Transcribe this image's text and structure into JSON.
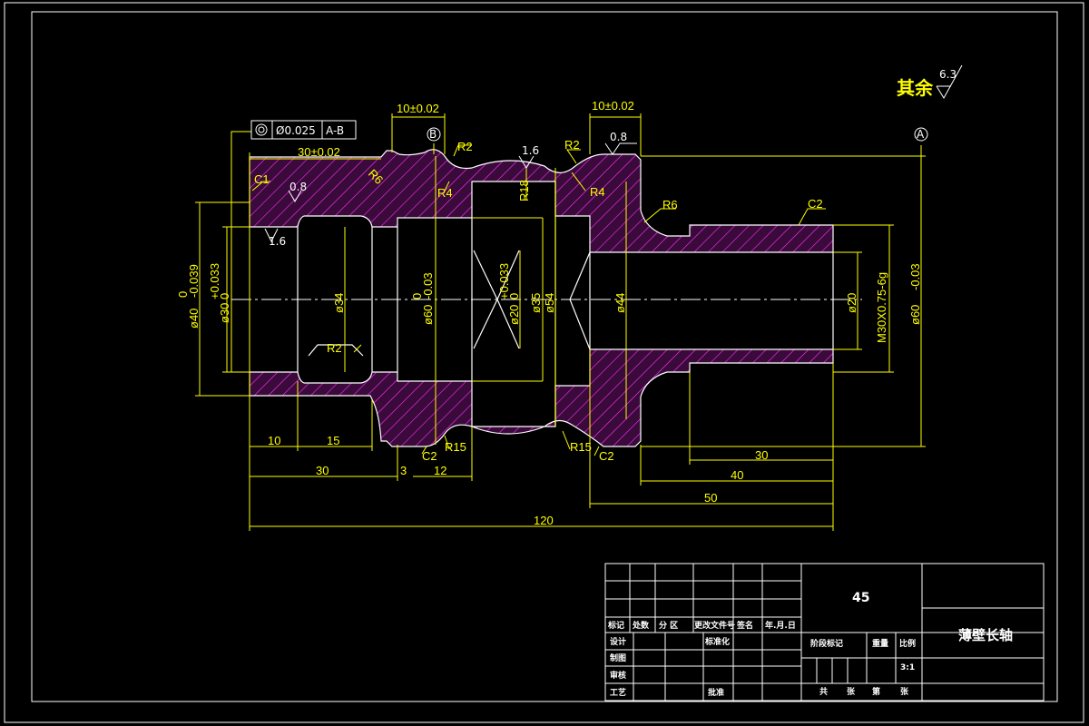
{
  "drawing": {
    "surface_roughness_note": {
      "label": "其余",
      "value": "6.3"
    },
    "tolerance_frame": {
      "symbol": "◎",
      "value": "Ø0.025",
      "datum": "A-B"
    },
    "datums": [
      "B",
      "A"
    ],
    "dimensions": {
      "d_10_002_left": "10±0.02",
      "d_10_002_right": "10±0.02",
      "d_30_002": "30±0.02",
      "d_phi40": "ø40",
      "d_phi40_tol_upper": "0",
      "d_phi40_tol_lower": "-0.039",
      "d_phi30": "ø30",
      "d_phi30_tol_upper": "+0.033",
      "d_phi30_tol_lower": "0",
      "d_phi34": "ø34",
      "d_phi60a": "ø60",
      "d_phi60a_tol_upper": "0",
      "d_phi60a_tol_lower": "-0.03",
      "d_phi20a": "ø20",
      "d_phi20a_tol_upper": "+0.033",
      "d_phi20a_tol_lower": "0",
      "d_phi35": "ø35",
      "d_phi54": "ø54",
      "d_phi44": "ø44",
      "d_phi20b": "ø20",
      "d_m30": "M30X0.75-6g",
      "d_phi60b": "ø60",
      "d_phi60b_tol_lower": "-0.03",
      "d_10": "10",
      "d_15": "15",
      "d_30a": "30",
      "d_3": "3",
      "d_12": "12",
      "d_30b": "30",
      "d_40": "40",
      "d_50": "50",
      "d_120": "120"
    },
    "radii": {
      "r_R6a": "R6",
      "r_R2a": "R2",
      "r_R4a": "R4",
      "r_R18": "R18",
      "r_R2b": "R2",
      "r_R4b": "R4",
      "r_R6b": "R6",
      "r_R2c": "R2",
      "r_R15a": "R15",
      "r_R15b": "R15"
    },
    "chamfers": {
      "c1": "C1",
      "c2a": "C2",
      "c2b": "C2",
      "c2c": "C2"
    },
    "roughness": {
      "r08a": "0.8",
      "r16a": "1.6",
      "r16b": "1.6",
      "r08b": "0.8"
    }
  },
  "title_block": {
    "material": "45",
    "part_name": "薄壁长轴",
    "header_cells": [
      "标记",
      "处数",
      "分 区",
      "更改文件号",
      "签名",
      "年.月.日"
    ],
    "design": "设计",
    "standardization": "标准化",
    "drawing_row": "制图",
    "review": "审核",
    "process": "工艺",
    "approve": "批准",
    "stage_mark": "阶段标记",
    "weight": "重量",
    "scale_label": "比例",
    "scale_value": "3:1",
    "sheet_total": "共",
    "sheet_unit1": "张",
    "sheet_nth": "第",
    "sheet_unit2": "张"
  }
}
